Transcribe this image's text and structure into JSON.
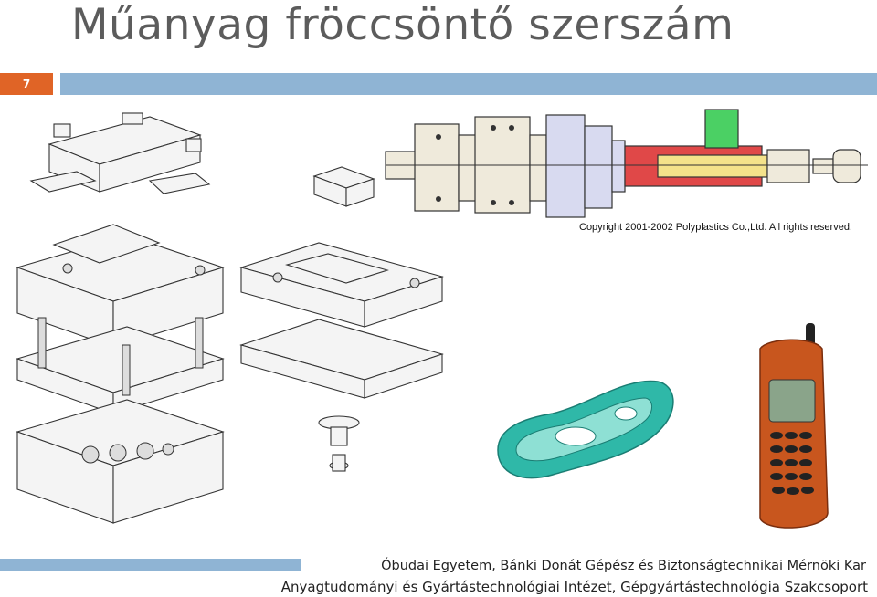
{
  "slide": {
    "title": "Műanyag fröccsöntő szerszám",
    "number": "7"
  },
  "figures": {
    "machine_copyright": "Copyright 2001-2002 Polyplastics Co.,Ltd. All rights reserved."
  },
  "footer": {
    "line1": "Óbudai Egyetem, Bánki Donát Gépész és Biztonságtechnikai Mérnöki Kar",
    "line2": "Anyagtudományi és Gyártástechnológiai Intézet, Gépgyártástechnológia Szakcsoport"
  },
  "colors": {
    "accent_orange": "#e06426",
    "bar_blue": "#8fb4d4",
    "title_gray": "#5c5c5c",
    "mold_teal": "#2fb8a8",
    "phone_orange": "#c8561e"
  }
}
